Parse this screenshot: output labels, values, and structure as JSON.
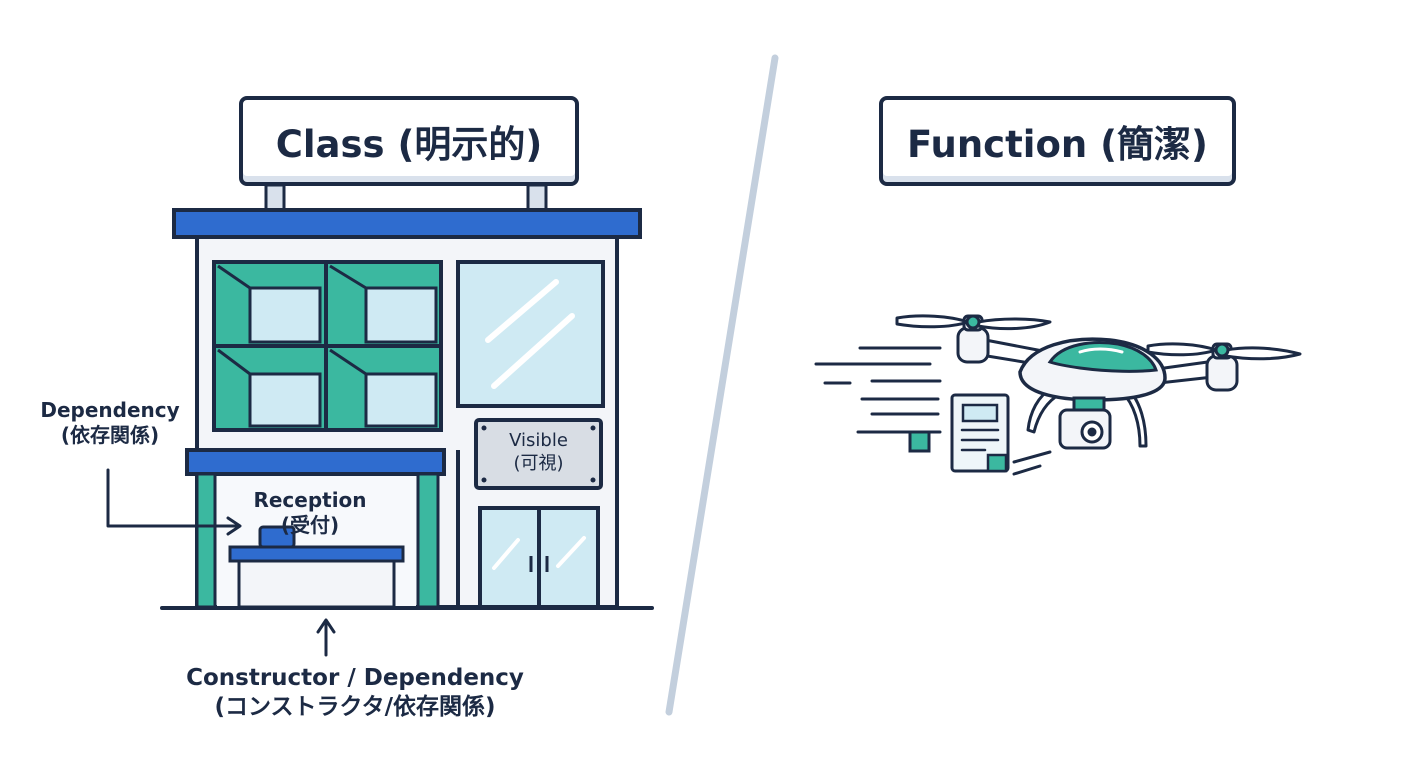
{
  "class_side": {
    "title": "Class (明示的)",
    "dependency_label": "Dependency",
    "dependency_label_ja": "(依存関係)",
    "reception_label": "Reception",
    "reception_label_ja": "(受付)",
    "visible_label": "Visible",
    "visible_label_ja": "(可視)",
    "constructor_label": "Constructor / Dependency",
    "constructor_label_ja": "(コンストラクタ/依存関係)"
  },
  "function_side": {
    "title": "Function (簡潔)"
  },
  "colors": {
    "outline": "#1c2a44",
    "roof_blue": "#2f6ccf",
    "teal": "#3bb8a0",
    "glass": "#cfeaf3",
    "plate_gray": "#d8dde4",
    "divider": "#c3cfdd"
  }
}
